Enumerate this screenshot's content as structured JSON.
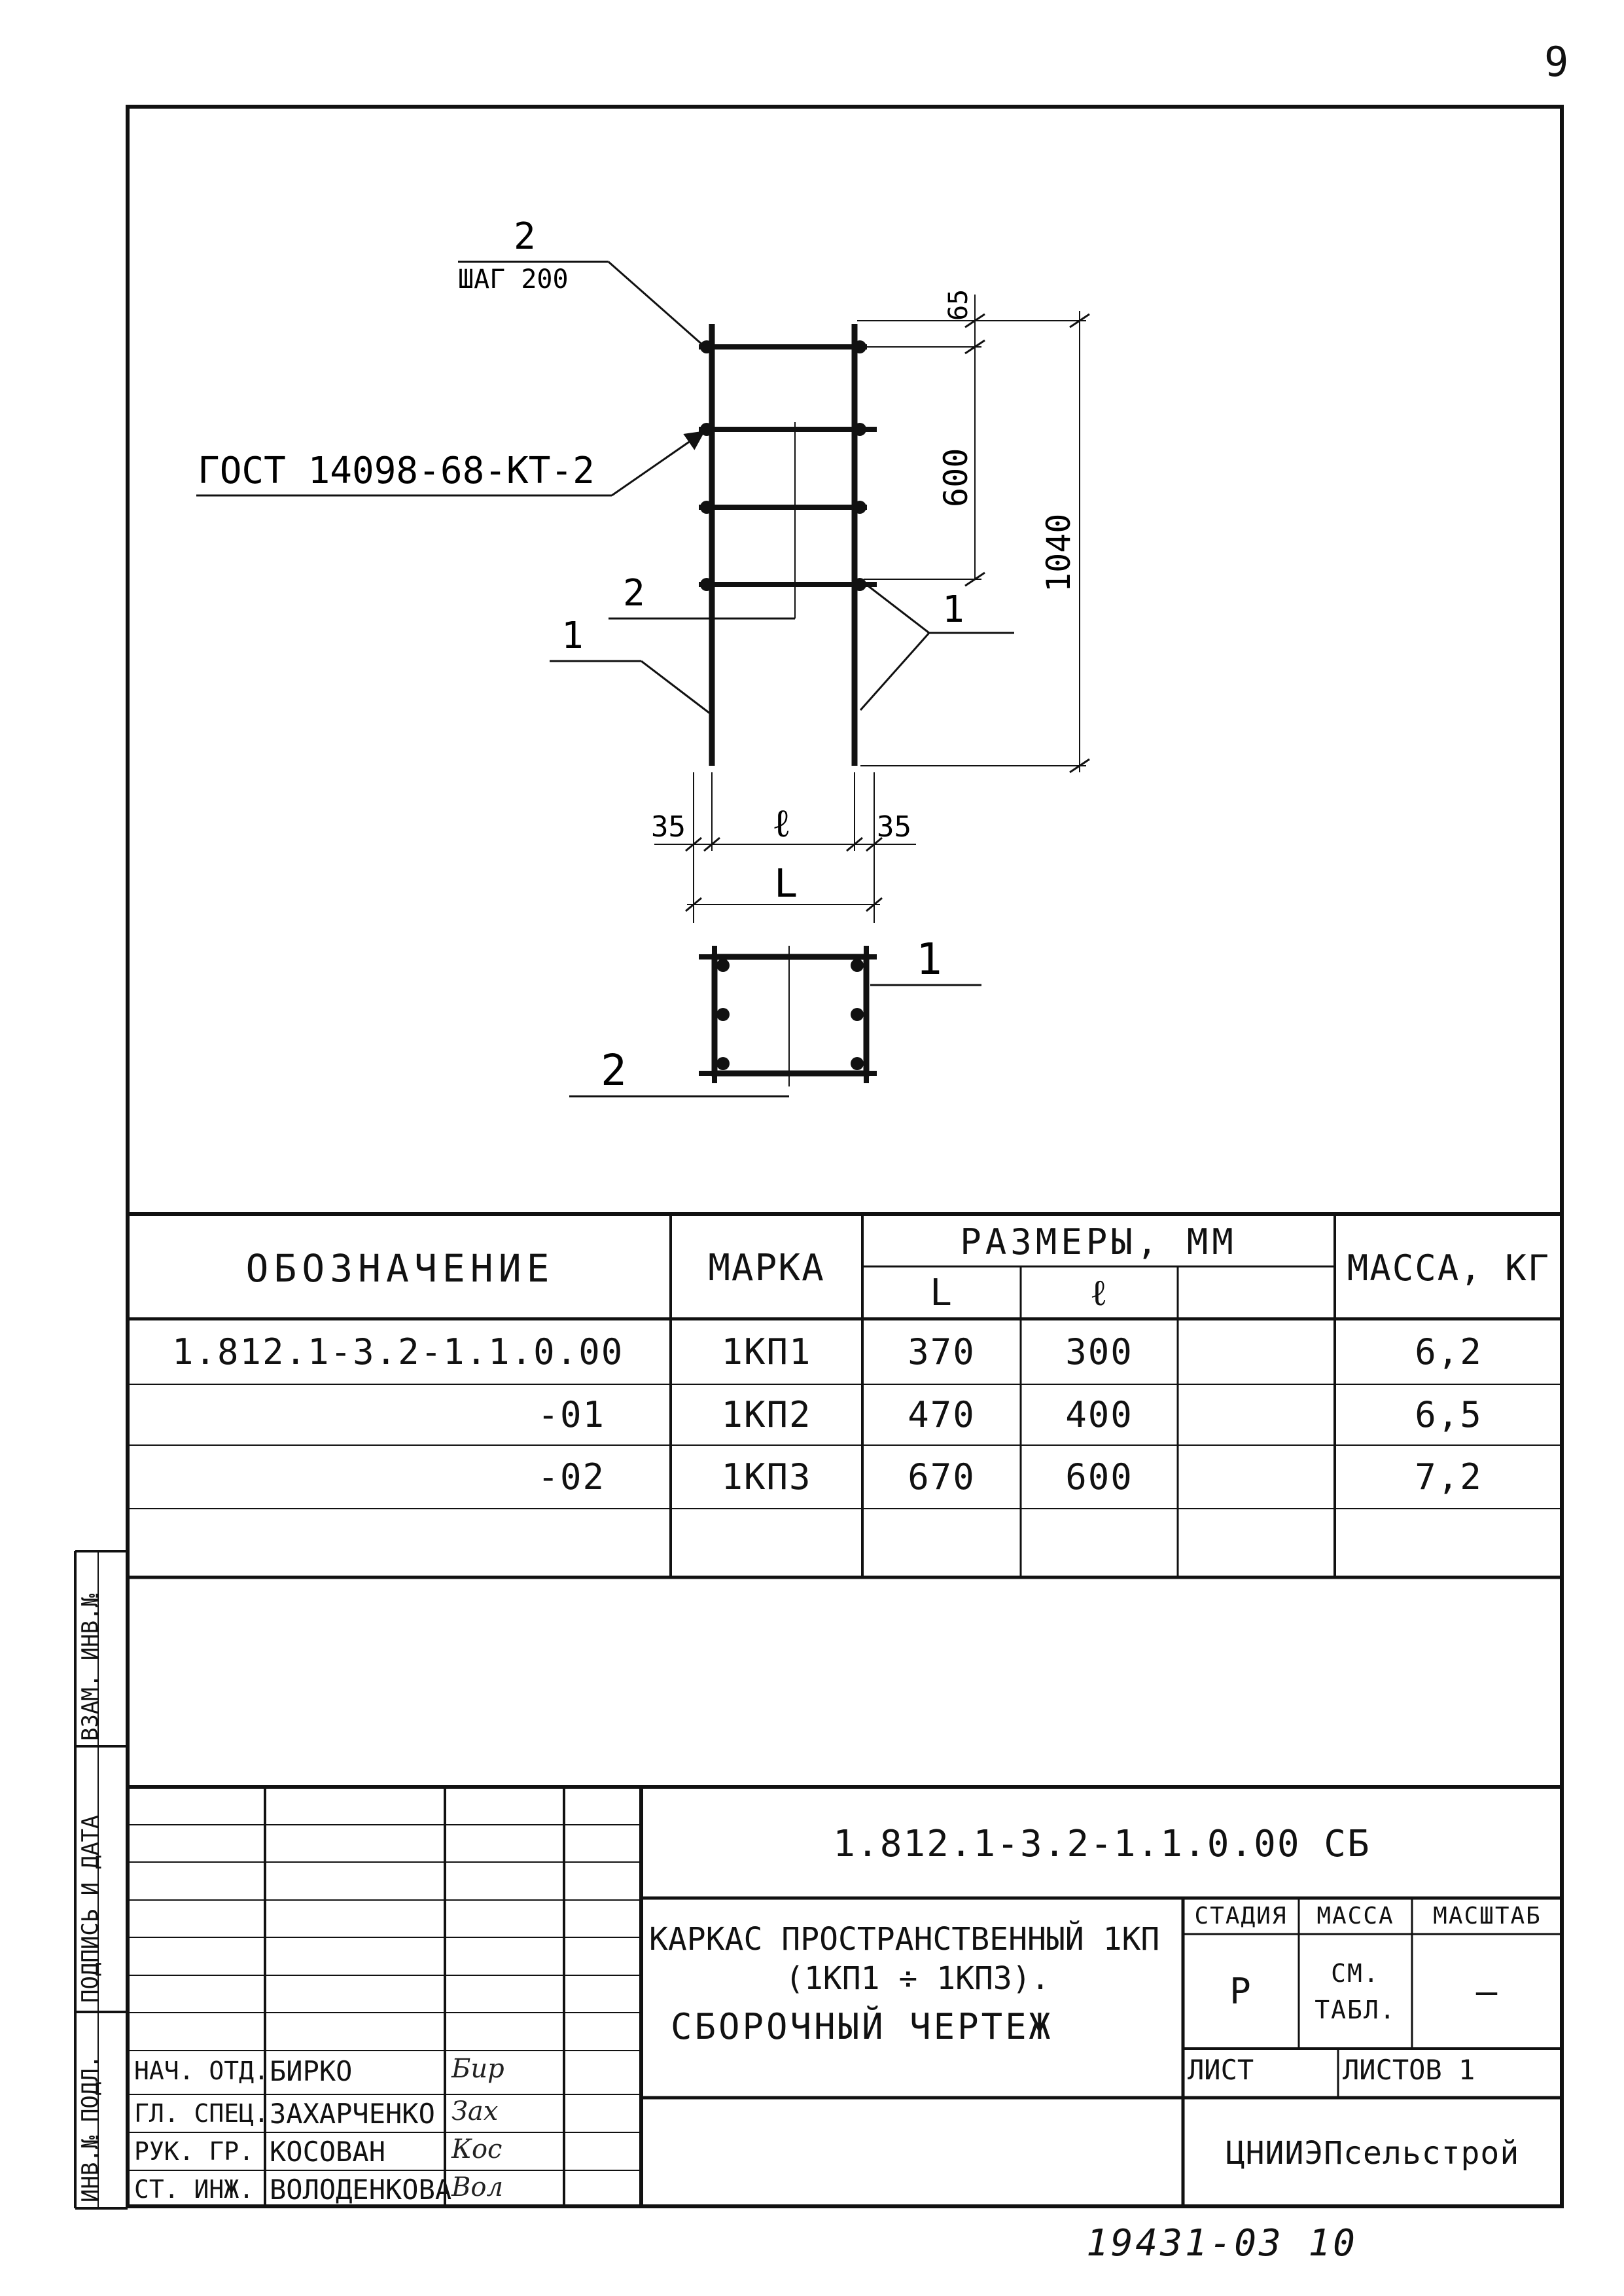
{
  "page_number": "9",
  "bottom_code": "19431-03 10",
  "drawing": {
    "label_2_top": "2",
    "step_label": "ШАГ 200",
    "gost_label": "ГОСТ 14098-68-КТ-2",
    "label_2_mid": "2",
    "label_1_left": "1",
    "label_1_right": "1",
    "dim_65": "65",
    "dim_600": "600",
    "dim_1040": "1040",
    "dim_35_left": "35",
    "dim_l": "ℓ",
    "dim_35_right": "35",
    "dim_L": "L",
    "plan_label_1": "1",
    "plan_label_2": "2"
  },
  "spec_table": {
    "headers": {
      "designation": "ОБОЗНАЧЕНИЕ",
      "mark": "МАРКА",
      "sizes": "РАЗМЕРЫ, ММ",
      "L": "L",
      "l": "ℓ",
      "mass": "МАССА, КГ"
    },
    "rows": [
      {
        "designation": "1.812.1-3.2-1.1.0.00",
        "mark": "1КП1",
        "L": "370",
        "l": "300",
        "mass": "6,2"
      },
      {
        "designation": "-01",
        "mark": "1КП2",
        "L": "470",
        "l": "400",
        "mass": "6,5"
      },
      {
        "designation": "-02",
        "mark": "1КП3",
        "L": "670",
        "l": "600",
        "mass": "7,2"
      }
    ]
  },
  "title_block": {
    "doc_code": "1.812.1-3.2-1.1.0.00 СБ",
    "title_line1": "КАРКАС ПРОСТРАНСТВЕННЫЙ 1КП",
    "title_line2": "(1КП1 ÷ 1КП3).",
    "title_line3": "СБОРОЧНЫЙ ЧЕРТЕЖ",
    "stage_header": "СТАДИЯ",
    "mass_header": "МАССА",
    "scale_header": "МАСШТАБ",
    "stage_value": "Р",
    "mass_value": "СМ. ТАБЛ.",
    "scale_value": "—",
    "sheet_label": "ЛИСТ",
    "sheets_label": "ЛИСТОВ 1",
    "organization": "ЦНИИЭПсельстрой",
    "staff": [
      {
        "role": "НАЧ. ОТД.",
        "name": "БИРКО",
        "signature": "Бир"
      },
      {
        "role": "ГЛ. СПЕЦ.",
        "name": "ЗАХАРЧЕНКО",
        "signature": "Зах"
      },
      {
        "role": "РУК. ГР.",
        "name": "КОСОВАН",
        "signature": "Кос"
      },
      {
        "role": "СТ. ИНЖ.",
        "name": "ВОЛОДЕНКОВА",
        "signature": "Вол"
      }
    ]
  },
  "side_stamp": {
    "inv_podl": "ИНВ.№ ПОДЛ.",
    "podpis": "ПОДПИСЬ И ДАТА",
    "vzam": "ВЗАМ. ИНВ.№"
  }
}
